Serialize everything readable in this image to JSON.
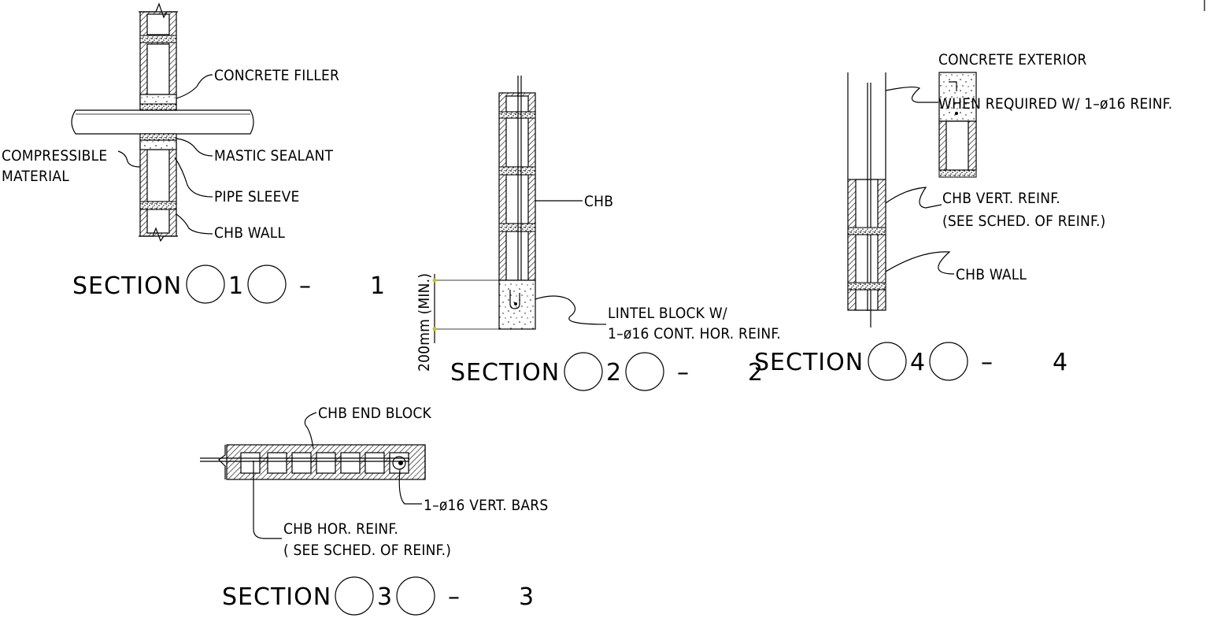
{
  "section1": {
    "labels": {
      "concrete_filler": "CONCRETE FILLER",
      "compressible_1": "COMPRESSIBLE",
      "compressible_2": "MATERIAL",
      "mastic_sealant": "MASTIC SEALANT",
      "pipe_sleeve": "PIPE SLEEVE",
      "chb_wall": "CHB WALL"
    },
    "title": {
      "word": "SECTION",
      "number": "1",
      "dash": "–",
      "sheet": "1"
    }
  },
  "section2": {
    "labels": {
      "chb": "CHB",
      "lintel_1": "LINTEL BLOCK W/",
      "lintel_2": "1–ø16 CONT. HOR. REINF.",
      "dimension": "200mm (MIN.)"
    },
    "title": {
      "word": "SECTION",
      "number": "2",
      "dash": "–",
      "sheet": "2"
    }
  },
  "section3": {
    "labels": {
      "end_block": "CHB END BLOCK",
      "vert_bars": "1–ø16 VERT. BARS",
      "hor_reinf_1": "CHB HOR. REINF.",
      "hor_reinf_2": "( SEE SCHED. OF REINF.)"
    },
    "title": {
      "word": "SECTION",
      "number": "3",
      "dash": "–",
      "sheet": "3"
    }
  },
  "section4": {
    "labels": {
      "concrete_exterior": "CONCRETE EXTERIOR",
      "when_required": "WHEN REQUIRED W/ 1–ø16 REINF.",
      "vert_reinf_1": "CHB VERT. REINF.",
      "vert_reinf_2": "(SEE SCHED. OF REINF.)",
      "chb_wall": "CHB WALL"
    },
    "title": {
      "word": "SECTION",
      "number": "4",
      "dash": "–",
      "sheet": "4"
    }
  },
  "colors": {
    "line": "#000000",
    "background": "#ffffff",
    "dimension_marker": "#c8c800"
  }
}
